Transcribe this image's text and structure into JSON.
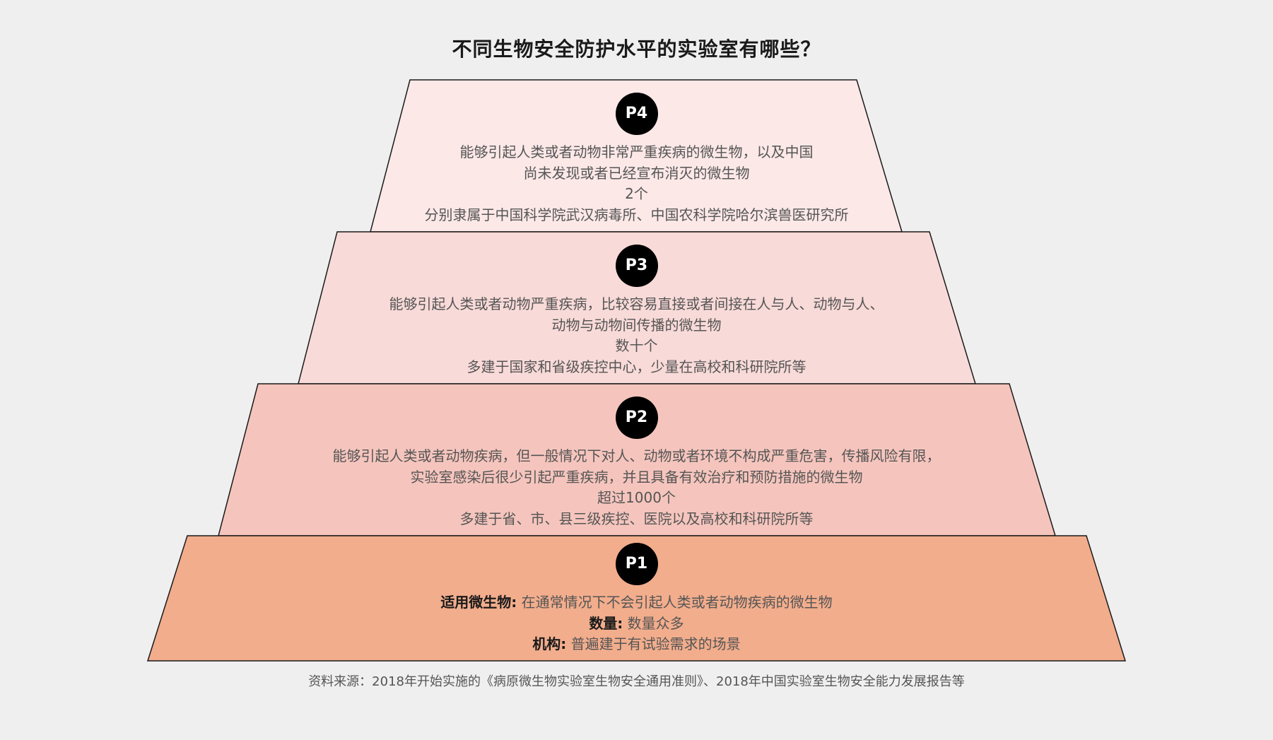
{
  "title": "不同生物安全防护水平的实验室有哪些？",
  "colors": {
    "background": "#efefef",
    "p4_fill": "#fbe8e7",
    "p3_fill": "#f8dad8",
    "p2_fill": "#f5c5bd",
    "p1_fill": "#f2ad8c",
    "outline": "#1a1a1a",
    "badge": "#000000"
  },
  "levels": [
    {
      "badge": "P4",
      "lines": [
        "能够引起人类或者动物非常严重疾病的微生物，以及中国",
        "尚未发现或者已经宣布消灭的微生物",
        "2个",
        "分别隶属于中国科学院武汉病毒所、中国农科学院哈尔滨兽医研究所"
      ]
    },
    {
      "badge": "P3",
      "lines": [
        "能够引起人类或者动物严重疾病，比较容易直接或者间接在人与人、动物与人、",
        "动物与动物间传播的微生物",
        "数十个",
        "多建于国家和省级疾控中心，少量在高校和科研院所等"
      ]
    },
    {
      "badge": "P2",
      "lines": [
        "能够引起人类或者动物疾病，但一般情况下对人、动物或者环境不构成严重危害，传播风险有限，",
        "实验室感染后很少引起严重疾病，并且具备有效治疗和预防措施的微生物",
        "超过1000个",
        "多建于省、市、县三级疾控、医院以及高校和科研院所等"
      ]
    },
    {
      "badge": "P1",
      "rows": [
        {
          "key": "适用微生物:",
          "value": "在通常情况下不会引起人类或者动物疾病的微生物"
        },
        {
          "key": "数量:",
          "value": "数量众多"
        },
        {
          "key": "机构:",
          "value": "普遍建于有试验需求的场景"
        }
      ]
    }
  ],
  "source": "资料来源：2018年开始实施的《病原微生物实验室生物安全通用准则》、2018年中国实验室生物安全能力发展报告等"
}
